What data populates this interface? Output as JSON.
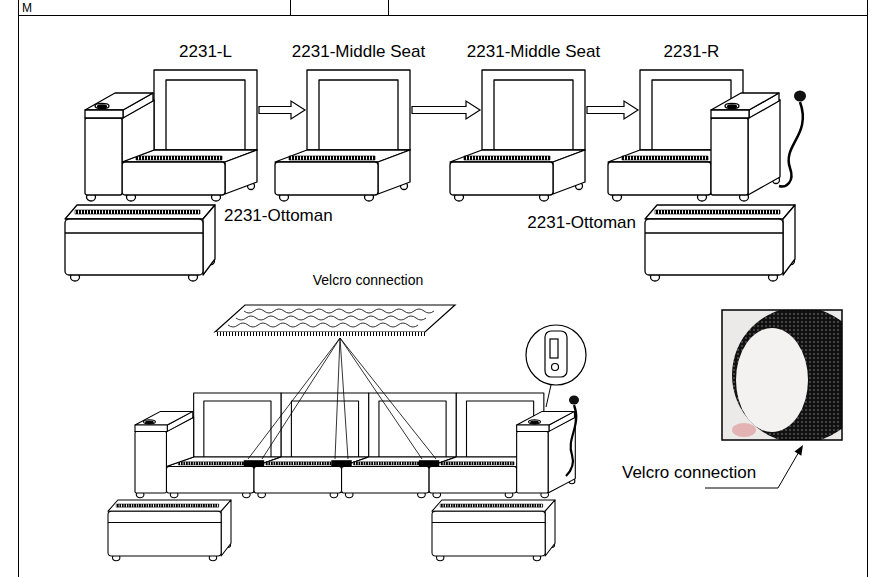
{
  "diagram": {
    "nodes": [
      {
        "text": [
          "2231-L"
        ]
      },
      {
        "text": [
          "2231-Middle Seat"
        ]
      },
      {
        "text": [
          "2231-Middle Seat"
        ]
      },
      {
        "text": [
          "2231-R"
        ]
      }
    ],
    "edges": [
      {
        "from": 0,
        "to": 1,
        "arrow": "to"
      },
      {
        "from": 1,
        "to": 2,
        "arrow": "to"
      },
      {
        "from": 2,
        "to": 3,
        "arrow": "to"
      }
    ],
    "labels": [
      "M",
      "2231-Ottoman",
      "2231-Ottoman",
      "Velcro connection",
      "Velcro connection"
    ]
  }
}
